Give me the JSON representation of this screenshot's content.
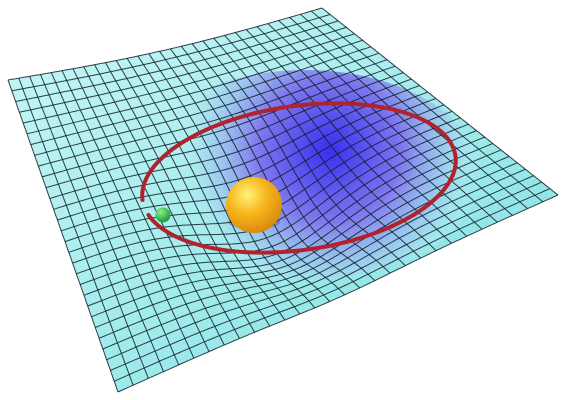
{
  "scene": {
    "grid": {
      "rows": 29,
      "cols": 29
    },
    "colors": {
      "background": "#ffffff",
      "sheet_light": "#b6f2f2",
      "sheet_mid": "#7fe0e0",
      "well_deep": "#3a2ff0",
      "well_mid": "#7f78ee",
      "grid_line": "#0f1e2a",
      "orbit": "#b0222c",
      "sun_core": "#fff27a",
      "sun_body": "#f7b51c",
      "sun_edge": "#d98a0c",
      "planet_core": "#8af08a",
      "planet_body": "#1f9a3c"
    },
    "objects": [
      {
        "name": "central-mass",
        "kind": "star",
        "color": "#f7b51c"
      },
      {
        "name": "orbiting-body",
        "kind": "planet",
        "color": "#1f9a3c"
      },
      {
        "name": "orbit-path",
        "kind": "ellipse",
        "color": "#b0222c"
      }
    ]
  }
}
